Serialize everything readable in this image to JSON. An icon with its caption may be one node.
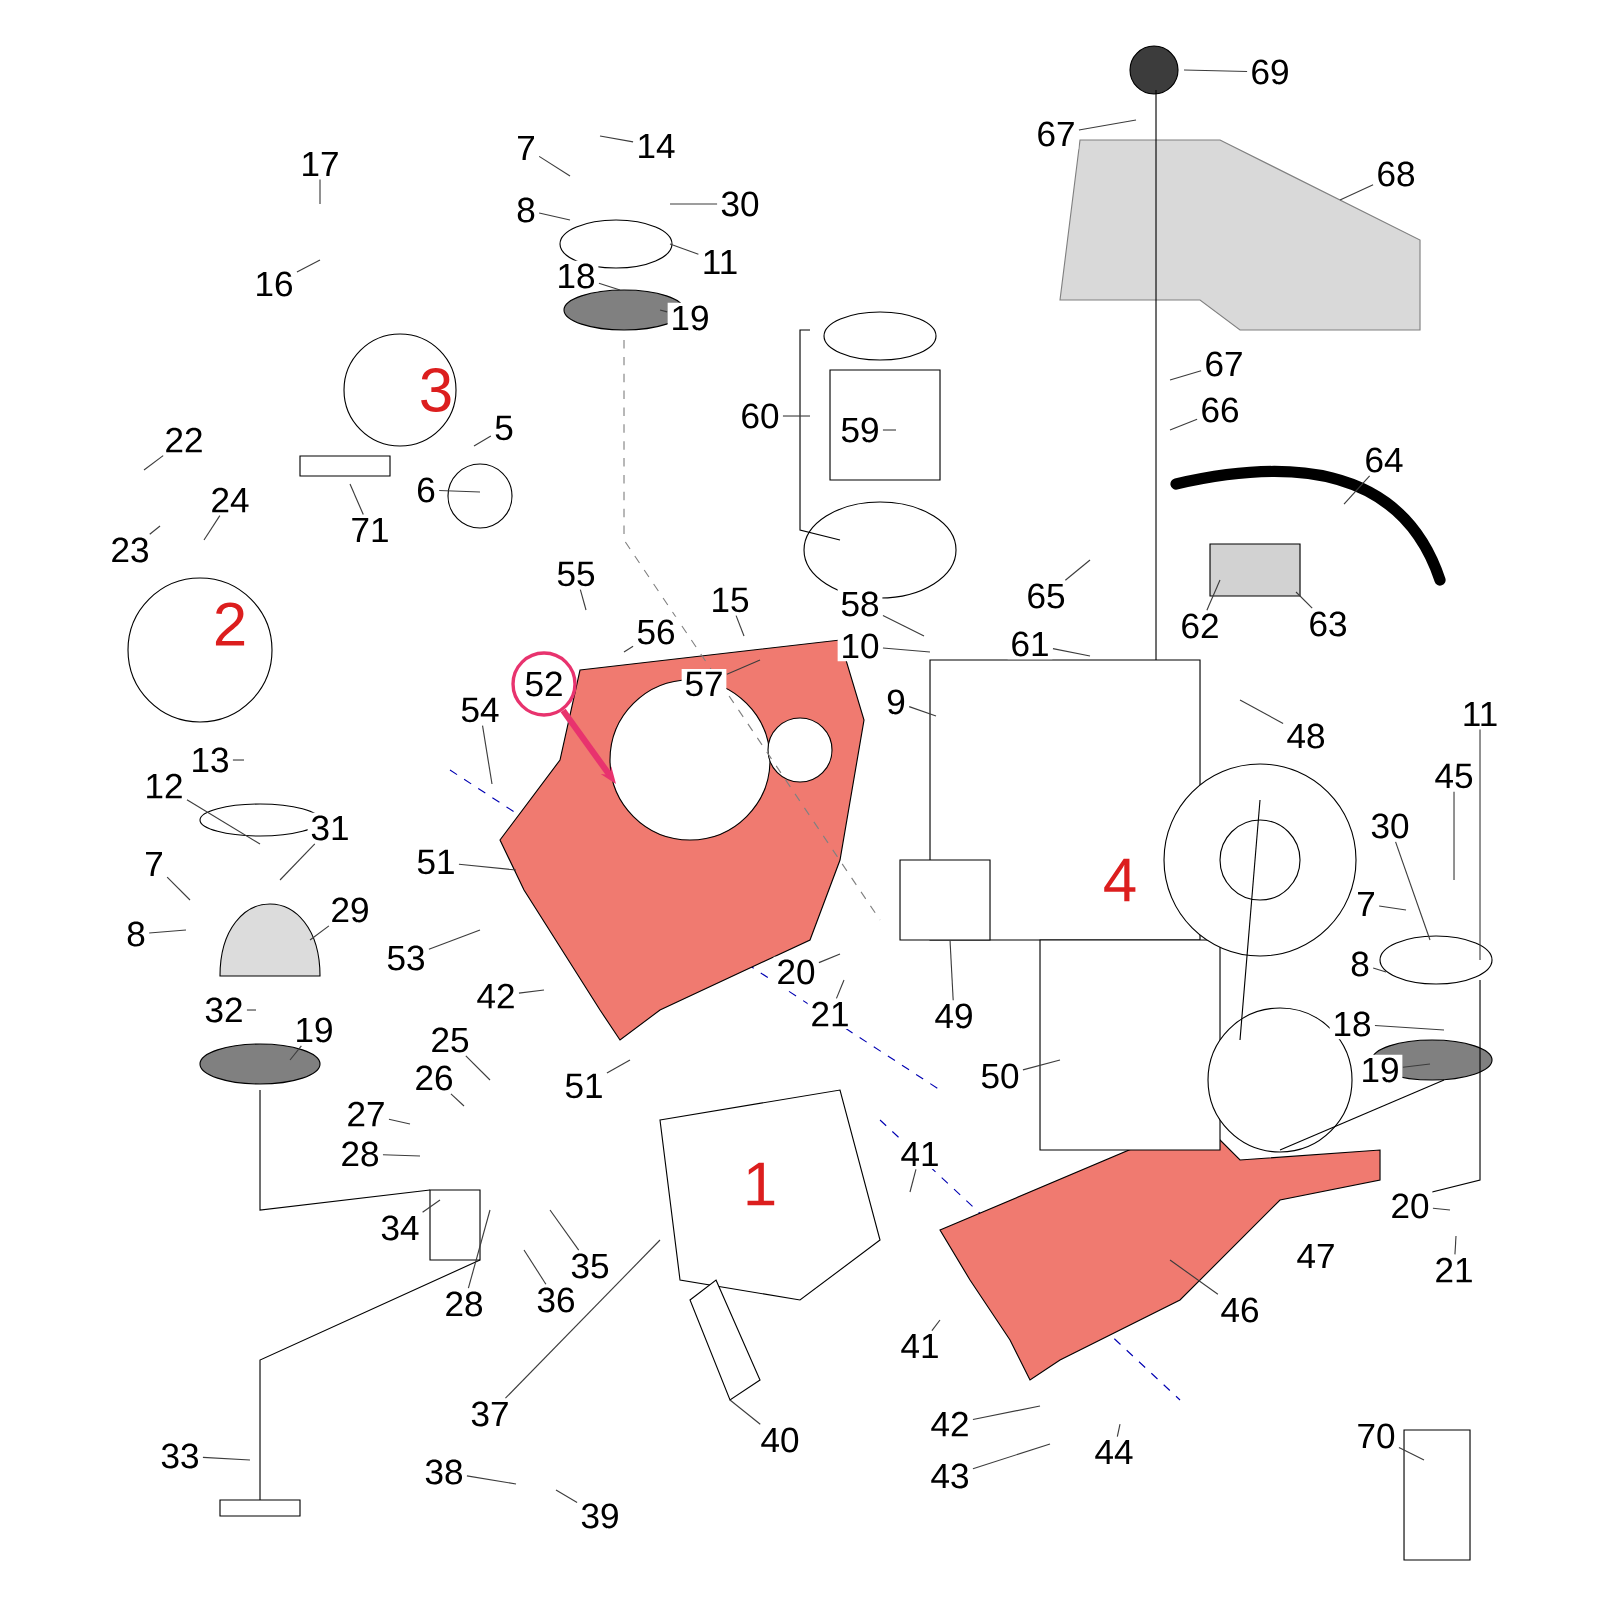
{
  "diagram": {
    "nodes": [
      {
        "text": [
          "17"
        ]
      },
      {
        "text": [
          "16"
        ]
      },
      {
        "text": [
          "7"
        ]
      },
      {
        "text": [
          "14"
        ]
      },
      {
        "text": [
          "8"
        ]
      },
      {
        "text": [
          "30"
        ]
      },
      {
        "text": [
          "11"
        ]
      },
      {
        "text": [
          "18"
        ]
      },
      {
        "text": [
          "19"
        ]
      },
      {
        "text": [
          "5"
        ]
      },
      {
        "text": [
          "6"
        ]
      },
      {
        "text": [
          "71"
        ]
      },
      {
        "text": [
          "22"
        ]
      },
      {
        "text": [
          "24"
        ]
      },
      {
        "text": [
          "23"
        ]
      },
      {
        "text": [
          "60"
        ]
      },
      {
        "text": [
          "59"
        ]
      },
      {
        "text": [
          "69"
        ]
      },
      {
        "text": [
          "67"
        ]
      },
      {
        "text": [
          "68"
        ]
      },
      {
        "text": [
          "67"
        ]
      },
      {
        "text": [
          "66"
        ]
      },
      {
        "text": [
          "64"
        ]
      },
      {
        "text": [
          "63"
        ]
      },
      {
        "text": [
          "62"
        ]
      },
      {
        "text": [
          "65"
        ]
      },
      {
        "text": [
          "61"
        ]
      },
      {
        "text": [
          "58"
        ]
      },
      {
        "text": [
          "10"
        ]
      },
      {
        "text": [
          "9"
        ]
      },
      {
        "text": [
          "15"
        ]
      },
      {
        "text": [
          "55"
        ]
      },
      {
        "text": [
          "56"
        ]
      },
      {
        "text": [
          "57"
        ]
      },
      {
        "text": [
          "52"
        ]
      },
      {
        "text": [
          "54"
        ]
      },
      {
        "text": [
          "51"
        ]
      },
      {
        "text": [
          "13"
        ]
      },
      {
        "text": [
          "12"
        ]
      },
      {
        "text": [
          "31"
        ]
      },
      {
        "text": [
          "7"
        ]
      },
      {
        "text": [
          "8"
        ]
      },
      {
        "text": [
          "29"
        ]
      },
      {
        "text": [
          "53"
        ]
      },
      {
        "text": [
          "42"
        ]
      },
      {
        "text": [
          "32"
        ]
      },
      {
        "text": [
          "19"
        ]
      },
      {
        "text": [
          "25"
        ]
      },
      {
        "text": [
          "26"
        ]
      },
      {
        "text": [
          "27"
        ]
      },
      {
        "text": [
          "28"
        ]
      },
      {
        "text": [
          "34"
        ]
      },
      {
        "text": [
          "35"
        ]
      },
      {
        "text": [
          "36"
        ]
      },
      {
        "text": [
          "28"
        ]
      },
      {
        "text": [
          "51"
        ]
      },
      {
        "text": [
          "20"
        ]
      },
      {
        "text": [
          "21"
        ]
      },
      {
        "text": [
          "49"
        ]
      },
      {
        "text": [
          "50"
        ]
      },
      {
        "text": [
          "48"
        ]
      },
      {
        "text": [
          "11"
        ]
      },
      {
        "text": [
          "45"
        ]
      },
      {
        "text": [
          "30"
        ]
      },
      {
        "text": [
          "7"
        ]
      },
      {
        "text": [
          "8"
        ]
      },
      {
        "text": [
          "18"
        ]
      },
      {
        "text": [
          "19"
        ]
      },
      {
        "text": [
          "41"
        ]
      },
      {
        "text": [
          "41"
        ]
      },
      {
        "text": [
          "46"
        ]
      },
      {
        "text": [
          "20"
        ]
      },
      {
        "text": [
          "21"
        ]
      },
      {
        "text": [
          "42"
        ]
      },
      {
        "text": [
          "43"
        ]
      },
      {
        "text": [
          "44"
        ]
      },
      {
        "text": [
          "40"
        ]
      },
      {
        "text": [
          "33"
        ]
      },
      {
        "text": [
          "37"
        ]
      },
      {
        "text": [
          "38"
        ]
      },
      {
        "text": [
          "39"
        ]
      },
      {
        "text": [
          "70"
        ]
      }
    ],
    "edges": [
      {
        "from": 0,
        "to": null,
        "arrow": "none"
      },
      {
        "from": 1,
        "to": null,
        "arrow": "none"
      },
      {
        "from": 2,
        "to": null,
        "arrow": "none"
      },
      {
        "from": 3,
        "to": null,
        "arrow": "none"
      },
      {
        "from": 4,
        "to": null,
        "arrow": "none"
      },
      {
        "from": 5,
        "to": null,
        "arrow": "none"
      },
      {
        "from": 6,
        "to": null,
        "arrow": "none"
      },
      {
        "from": 7,
        "to": null,
        "arrow": "none"
      },
      {
        "from": 8,
        "to": null,
        "arrow": "none"
      },
      {
        "from": 9,
        "to": null,
        "arrow": "none"
      },
      {
        "from": 10,
        "to": null,
        "arrow": "none"
      },
      {
        "from": 11,
        "to": null,
        "arrow": "none"
      },
      {
        "from": 12,
        "to": null,
        "arrow": "none"
      },
      {
        "from": 13,
        "to": null,
        "arrow": "none"
      },
      {
        "from": 14,
        "to": null,
        "arrow": "none"
      },
      {
        "from": 15,
        "to": null,
        "arrow": "none"
      },
      {
        "from": 16,
        "to": null,
        "arrow": "none"
      },
      {
        "from": 17,
        "to": null,
        "arrow": "none"
      },
      {
        "from": 18,
        "to": null,
        "arrow": "none"
      },
      {
        "from": 19,
        "to": null,
        "arrow": "none"
      },
      {
        "from": 20,
        "to": null,
        "arrow": "none"
      },
      {
        "from": 21,
        "to": null,
        "arrow": "none"
      },
      {
        "from": 22,
        "to": null,
        "arrow": "none"
      },
      {
        "from": 23,
        "to": null,
        "arrow": "none"
      },
      {
        "from": 24,
        "to": null,
        "arrow": "none"
      },
      {
        "from": 25,
        "to": null,
        "arrow": "none"
      },
      {
        "from": 26,
        "to": null,
        "arrow": "none"
      },
      {
        "from": 27,
        "to": null,
        "arrow": "none"
      },
      {
        "from": 28,
        "to": null,
        "arrow": "none"
      },
      {
        "from": 29,
        "to": null,
        "arrow": "none"
      },
      {
        "from": 30,
        "to": null,
        "arrow": "none"
      },
      {
        "from": 31,
        "to": null,
        "arrow": "none"
      },
      {
        "from": 32,
        "to": null,
        "arrow": "none"
      },
      {
        "from": 33,
        "to": null,
        "arrow": "none"
      },
      {
        "from": 34,
        "to": null,
        "arrow": "to",
        "style": "thick",
        "color": "#e8336e"
      },
      {
        "from": 35,
        "to": null,
        "arrow": "none"
      },
      {
        "from": 36,
        "to": null,
        "arrow": "none"
      },
      {
        "from": 37,
        "to": null,
        "arrow": "none"
      },
      {
        "from": 38,
        "to": null,
        "arrow": "none"
      },
      {
        "from": 39,
        "to": null,
        "arrow": "none"
      },
      {
        "from": 40,
        "to": null,
        "arrow": "none"
      },
      {
        "from": 41,
        "to": null,
        "arrow": "none"
      },
      {
        "from": 42,
        "to": null,
        "arrow": "none"
      },
      {
        "from": 43,
        "to": null,
        "arrow": "none"
      },
      {
        "from": 44,
        "to": null,
        "arrow": "none"
      },
      {
        "from": 45,
        "to": null,
        "arrow": "none"
      },
      {
        "from": 46,
        "to": null,
        "arrow": "none"
      },
      {
        "from": 47,
        "to": null,
        "arrow": "none"
      },
      {
        "from": 48,
        "to": null,
        "arrow": "none"
      },
      {
        "from": 49,
        "to": null,
        "arrow": "none"
      },
      {
        "from": 50,
        "to": null,
        "arrow": "none"
      },
      {
        "from": 51,
        "to": null,
        "arrow": "none"
      },
      {
        "from": 52,
        "to": null,
        "arrow": "none"
      },
      {
        "from": 53,
        "to": null,
        "arrow": "none"
      },
      {
        "from": 54,
        "to": null,
        "arrow": "none"
      },
      {
        "from": 55,
        "to": null,
        "arrow": "none"
      },
      {
        "from": 56,
        "to": null,
        "arrow": "none"
      },
      {
        "from": 57,
        "to": null,
        "arrow": "none"
      },
      {
        "from": 58,
        "to": null,
        "arrow": "none"
      },
      {
        "from": 59,
        "to": null,
        "arrow": "none"
      },
      {
        "from": 60,
        "to": null,
        "arrow": "none"
      },
      {
        "from": 61,
        "to": null,
        "arrow": "none"
      },
      {
        "from": 62,
        "to": null,
        "arrow": "none"
      },
      {
        "from": 63,
        "to": null,
        "arrow": "none"
      },
      {
        "from": 64,
        "to": null,
        "arrow": "none"
      },
      {
        "from": 65,
        "to": null,
        "arrow": "none"
      },
      {
        "from": 66,
        "to": null,
        "arrow": "none"
      },
      {
        "from": 67,
        "to": null,
        "arrow": "none"
      },
      {
        "from": 68,
        "to": null,
        "arrow": "none"
      },
      {
        "from": 69,
        "to": null,
        "arrow": "none"
      },
      {
        "from": 70,
        "to": null,
        "arrow": "none"
      },
      {
        "from": 71,
        "to": null,
        "arrow": "none"
      },
      {
        "from": 72,
        "to": null,
        "arrow": "none"
      },
      {
        "from": 73,
        "to": null,
        "arrow": "none"
      },
      {
        "from": 74,
        "to": null,
        "arrow": "none"
      },
      {
        "from": 75,
        "to": null,
        "arrow": "none"
      },
      {
        "from": 76,
        "to": null,
        "arrow": "none"
      },
      {
        "from": 77,
        "to": null,
        "arrow": "none"
      },
      {
        "from": 78,
        "to": null,
        "arrow": "none"
      },
      {
        "from": 79,
        "to": null,
        "arrow": "none"
      },
      {
        "from": 80,
        "to": null,
        "arrow": "none"
      },
      {
        "from": 81,
        "to": null,
        "arrow": "none"
      }
    ],
    "labels": [
      "3",
      "2",
      "4",
      "1",
      "47"
    ]
  }
}
